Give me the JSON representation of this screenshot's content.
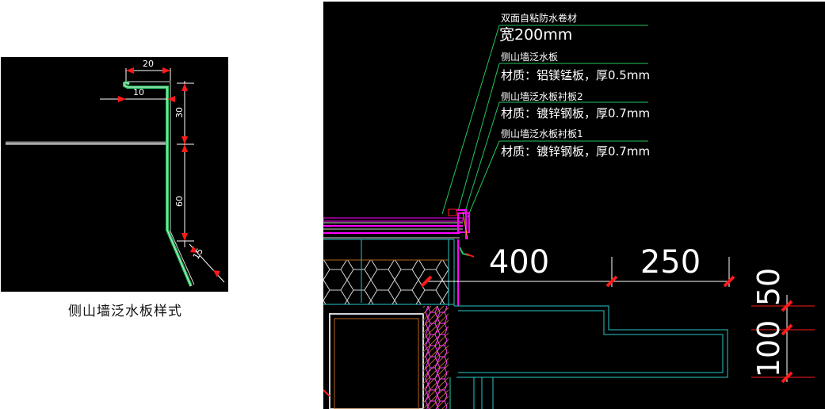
{
  "caption": "侧山墙泛水板样式",
  "left_detail": {
    "dims": {
      "top_width": "20",
      "lip": "10",
      "upper_height": "30",
      "lower_height": "60",
      "kick": "15"
    }
  },
  "right_detail": {
    "callouts": [
      {
        "line1": "双面自粘防水卷材",
        "line2": "宽200mm"
      },
      {
        "line1": "侧山墙泛水板",
        "line2": "材质：铝镁锰板，厚0.5mm"
      },
      {
        "line1": "侧山墙泛水板衬板2",
        "line2": "材质：镀锌钢板，厚0.7mm"
      },
      {
        "line1": "侧山墙泛水板衬板1",
        "line2": "材质：镀锌钢板，厚0.7mm"
      }
    ],
    "dims": {
      "left": "400",
      "right": "250",
      "upper_vertical": "50",
      "lower_vertical": "100"
    }
  },
  "colors": {
    "background": "#000000",
    "leader": "#22c55e",
    "text": "#ffffff",
    "dimension": "#ff1a1a",
    "magenta": "#ff00ff",
    "cyan": "#28c8c8",
    "brown": "#b5651d"
  }
}
